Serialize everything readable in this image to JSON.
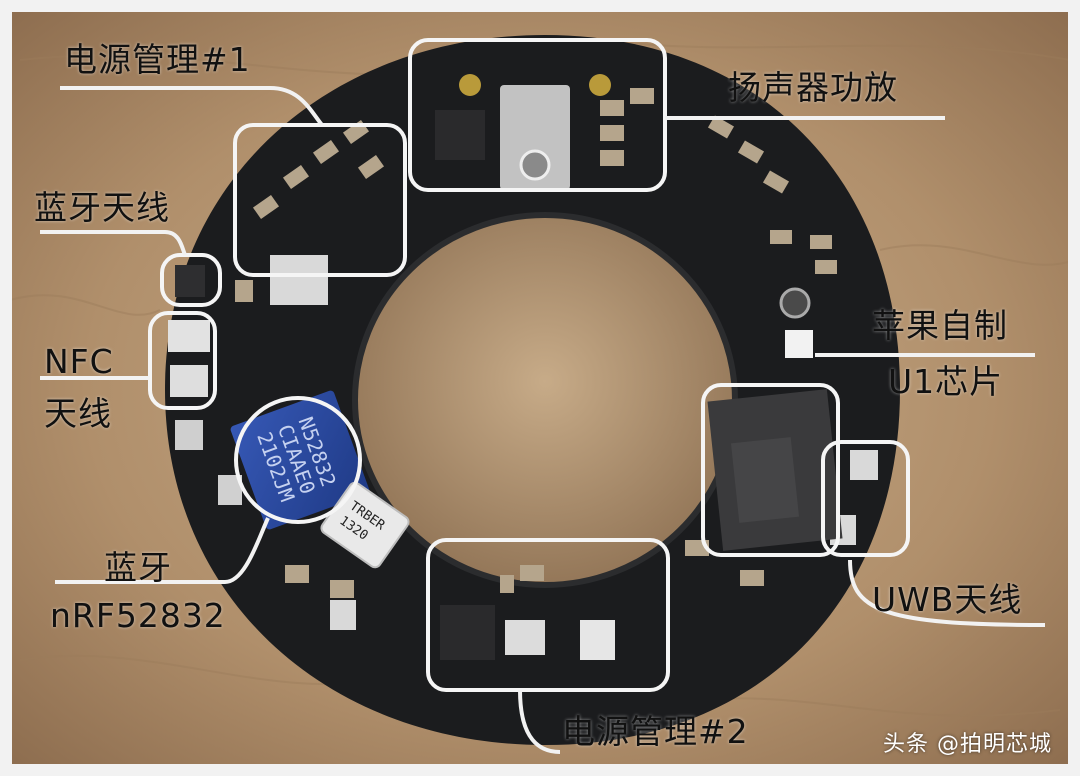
{
  "photo": {
    "labels": {
      "power1": "电源管理#1",
      "speaker_amp": "扬声器功放",
      "bt_antenna": "蓝牙天线",
      "nfc_line1": "NFC",
      "nfc_line2": "天线",
      "u1_line1": "苹果自制",
      "u1_line2": "U1芯片",
      "bt_chip_line1": "蓝牙",
      "bt_chip_line2": "nRF52832",
      "uwb_antenna": "UWB天线",
      "power2": "电源管理#2"
    },
    "chip_markings": {
      "bt_chip": [
        "N52832",
        "CIAAE0",
        "2102JM"
      ],
      "inductor": [
        "TRBER",
        "1320"
      ]
    },
    "watermark": "头条 @拍明芯城",
    "colors": {
      "wood": "#b89a76",
      "pcb": "#1b1c1e",
      "highlight_box": "#f5f5f5",
      "bt_chip": "#2a4ba0"
    }
  }
}
